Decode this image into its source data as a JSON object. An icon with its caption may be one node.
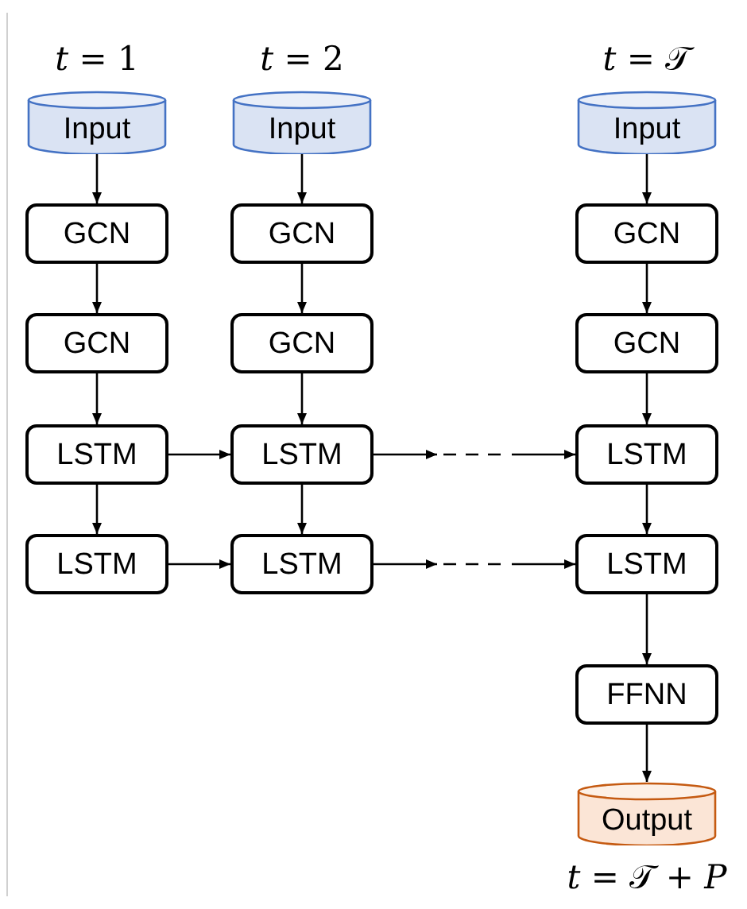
{
  "diagram": {
    "nodes": [
      {
        "text": [
          "Input"
        ],
        "beside": [
          "*t* = 1"
        ]
      },
      {
        "text": [
          "Input"
        ],
        "beside": [
          "*t* = 2"
        ]
      },
      {
        "text": [
          "Input"
        ],
        "beside": [
          "*t* = 𝒯"
        ]
      },
      {
        "text": [
          "GCN"
        ]
      },
      {
        "text": [
          "GCN"
        ]
      },
      {
        "text": [
          "GCN"
        ]
      },
      {
        "text": [
          "GCN"
        ]
      },
      {
        "text": [
          "GCN"
        ]
      },
      {
        "text": [
          "GCN"
        ]
      },
      {
        "text": [
          "LSTM"
        ]
      },
      {
        "text": [
          "LSTM"
        ]
      },
      {
        "text": [
          "LSTM"
        ]
      },
      {
        "text": [
          "LSTM"
        ]
      },
      {
        "text": [
          "LSTM"
        ]
      },
      {
        "text": [
          "LSTM"
        ]
      },
      {
        "text": [
          "FFNN"
        ]
      },
      {
        "text": [
          "Output"
        ],
        "beside": [
          "*t* = 𝒯 + *P*"
        ]
      }
    ],
    "edges": [
      {
        "from": 0,
        "to": 3,
        "arrow": "to"
      },
      {
        "from": 1,
        "to": 4,
        "arrow": "to"
      },
      {
        "from": 2,
        "to": 5,
        "arrow": "to"
      },
      {
        "from": 3,
        "to": 6,
        "arrow": "to"
      },
      {
        "from": 4,
        "to": 7,
        "arrow": "to"
      },
      {
        "from": 5,
        "to": 8,
        "arrow": "to"
      },
      {
        "from": 6,
        "to": 9,
        "arrow": "to"
      },
      {
        "from": 7,
        "to": 10,
        "arrow": "to"
      },
      {
        "from": 8,
        "to": 11,
        "arrow": "to"
      },
      {
        "from": 9,
        "to": 10,
        "arrow": "to"
      },
      {
        "from": 10,
        "to": 11,
        "arrow": "to",
        "style": "dashed"
      },
      {
        "from": 9,
        "to": 12,
        "arrow": "to"
      },
      {
        "from": 10,
        "to": 13,
        "arrow": "to"
      },
      {
        "from": 11,
        "to": 14,
        "arrow": "to"
      },
      {
        "from": 12,
        "to": 13,
        "arrow": "to"
      },
      {
        "from": 13,
        "to": 14,
        "arrow": "to",
        "style": "dashed"
      },
      {
        "from": 14,
        "to": 15,
        "arrow": "to"
      },
      {
        "from": 15,
        "to": 16,
        "arrow": "to"
      }
    ]
  }
}
